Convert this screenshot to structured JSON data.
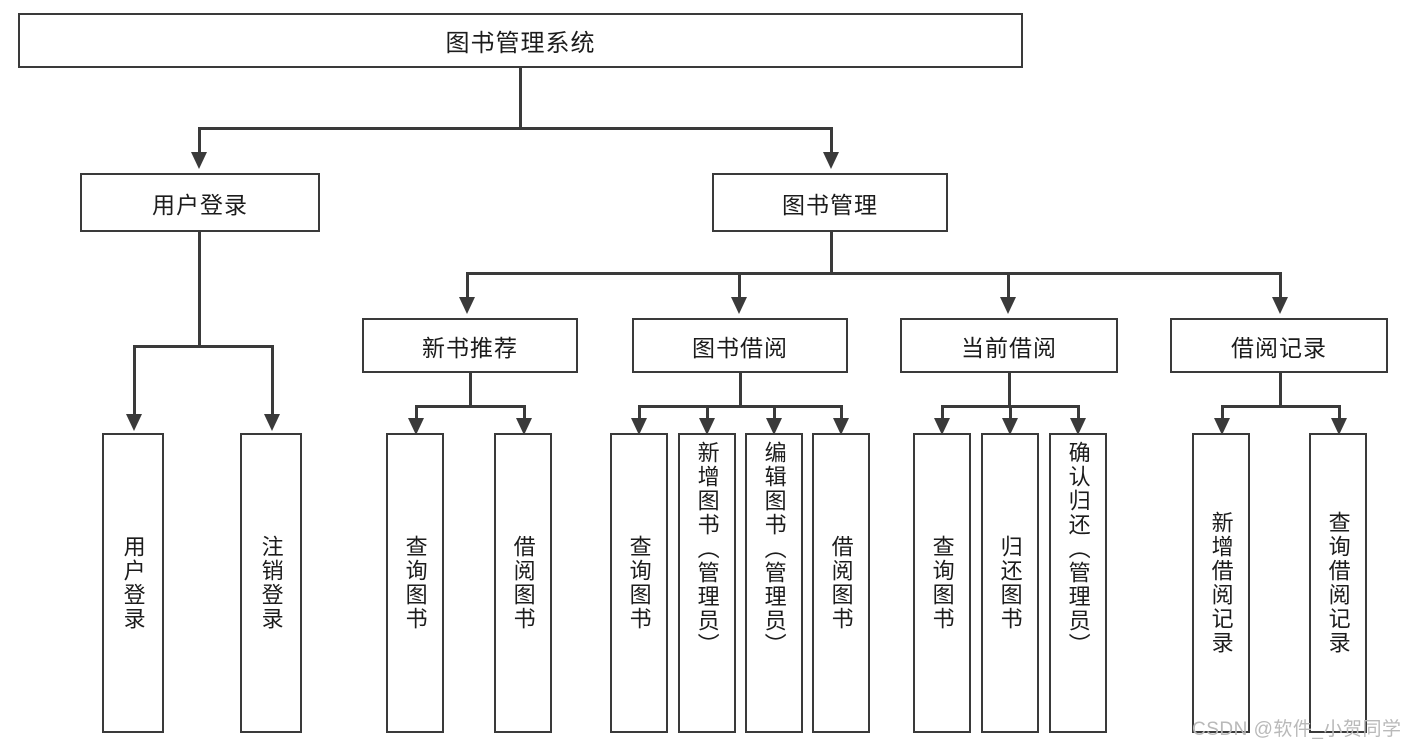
{
  "diagram": {
    "title": "图书管理系统",
    "type": "hierarchy-tree",
    "levels": 4,
    "colors": {
      "stroke": "#3a3a3a",
      "fill": "#ffffff",
      "text": "#1c1c1c",
      "watermark": "#b9b9b9"
    },
    "root": {
      "label": "图书管理系统"
    },
    "level2": [
      {
        "label": "用户登录"
      },
      {
        "label": "图书管理"
      }
    ],
    "level3": [
      {
        "label": "新书推荐"
      },
      {
        "label": "图书借阅"
      },
      {
        "label": "当前借阅"
      },
      {
        "label": "借阅记录"
      }
    ],
    "leaves": {
      "user_login": [
        {
          "label": "用户登录"
        },
        {
          "label": "注销登录"
        }
      ],
      "new_book": [
        {
          "label": "查询图书"
        },
        {
          "label": "借阅图书"
        }
      ],
      "book_borrow": [
        {
          "label": "查询图书"
        },
        {
          "label": "新增图书（管理员）"
        },
        {
          "label": "编辑图书（管理员）"
        },
        {
          "label": "借阅图书"
        }
      ],
      "current_borrow": [
        {
          "label": "查询图书"
        },
        {
          "label": "归还图书"
        },
        {
          "label": "确认归还（管理员）"
        }
      ],
      "borrow_record": [
        {
          "label": "新增借阅记录"
        },
        {
          "label": "查询借阅记录"
        }
      ]
    }
  },
  "watermark": {
    "text": "CSDN @软件_小贺同学"
  }
}
